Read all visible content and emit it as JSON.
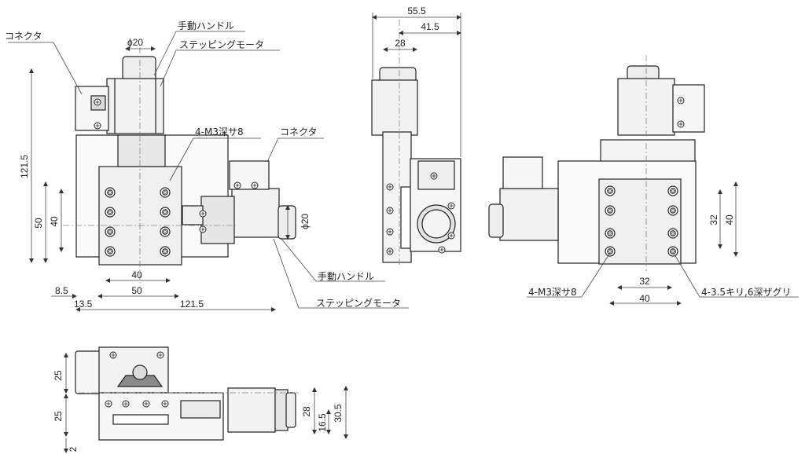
{
  "front_view": {
    "callouts": {
      "connector": "コネクタ",
      "manual_handle": "手動ハンドル",
      "stepping_motor": "ステッピングモータ",
      "mount_hole": "4-M3深サ8",
      "connector_side": "コネクタ",
      "manual_handle_bottom": "手動ハンドル",
      "stepping_motor_bottom": "ステッピングモータ"
    },
    "dims": {
      "phi_top": "ϕ20",
      "height_total": "121.5",
      "height_50": "50",
      "height_40": "40",
      "inner_40": "40",
      "width_50": "50",
      "off_8_5": "8.5",
      "off_13_5": "13.5",
      "width_total": "121.5",
      "phi_side": "ϕ20"
    }
  },
  "side_view": {
    "dims": {
      "top_55_5": "55.5",
      "top_41_5": "41.5",
      "top_28": "28"
    }
  },
  "right_view": {
    "callouts": {
      "mount_hole": "4-M3深サ8",
      "counterbore": "4-3.5キリ,6深ザグリ"
    },
    "dims": {
      "h_32": "32",
      "h_40": "40",
      "w_32": "32",
      "w_40": "40"
    }
  },
  "bottom_view": {
    "dims": {
      "h_25_top": "25",
      "h_25_bot": "25",
      "h_2": "2",
      "h_28": "28",
      "h_16_5": "16.5",
      "h_30_5": "30.5"
    }
  },
  "colors": {
    "line": "#222222",
    "fill_light": "#f2f2f2",
    "fill_mid": "#dcdcdc",
    "fill_dark": "#8a8a8a",
    "dim_line": "#444444"
  }
}
